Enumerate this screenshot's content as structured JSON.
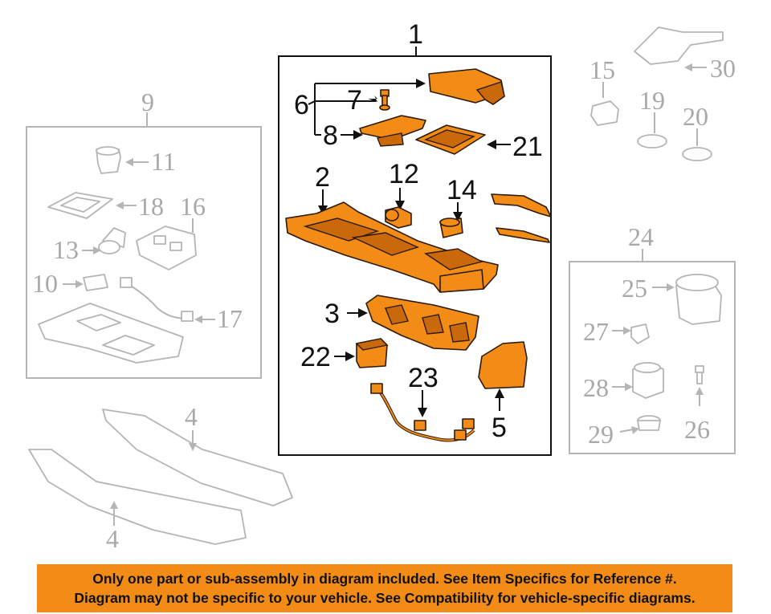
{
  "callouts": {
    "c1": "1",
    "c2": "2",
    "c3": "3",
    "c4a": "4",
    "c4b": "4",
    "c5": "5",
    "c6": "6",
    "c7": "7",
    "c8": "8",
    "c9": "9",
    "c10": "10",
    "c11": "11",
    "c12": "12",
    "c13": "13",
    "c14": "14",
    "c15": "15",
    "c16": "16",
    "c17": "17",
    "c18": "18",
    "c19": "19",
    "c20": "20",
    "c21": "21",
    "c22": "22",
    "c23": "23",
    "c24": "24",
    "c25": "25",
    "c26": "26",
    "c27": "27",
    "c28": "28",
    "c29": "29",
    "c30": "30"
  },
  "colors": {
    "highlight": "#f28c16",
    "outline": "#2b1a08",
    "gray": "#b5b5b5"
  },
  "notice": {
    "line1": "Only one part or sub-assembly in diagram included. See Item Specifics for Reference #.",
    "line2": "Diagram may not be specific to your vehicle. See Compatibility for vehicle-specific diagrams."
  }
}
